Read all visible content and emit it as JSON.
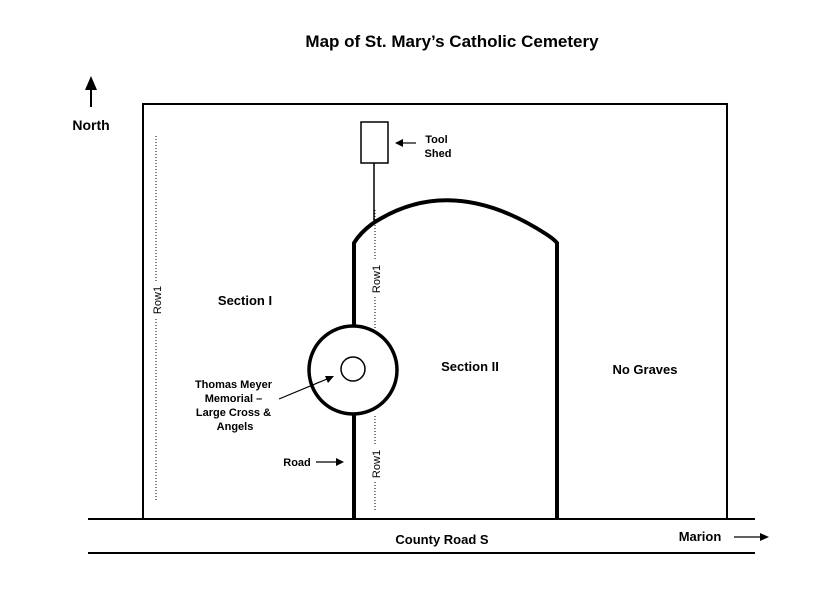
{
  "title": "Map of St. Mary’s Catholic Cemetery",
  "compass": {
    "label": "North",
    "icon": "north-arrow-icon"
  },
  "labels": {
    "tool_shed": [
      "Tool",
      "Shed"
    ],
    "section_1": "Section I",
    "section_2": "Section II",
    "no_graves": "No Graves",
    "memorial": [
      "Thomas Meyer",
      "Memorial –",
      "Large Cross &",
      "Angels"
    ],
    "road": "Road",
    "county_road": "County Road S",
    "marion": "Marion",
    "row_labels": [
      "Row1",
      "Row1",
      "Row1"
    ]
  },
  "colors": {
    "ink": "#000000",
    "background": "#ffffff"
  }
}
